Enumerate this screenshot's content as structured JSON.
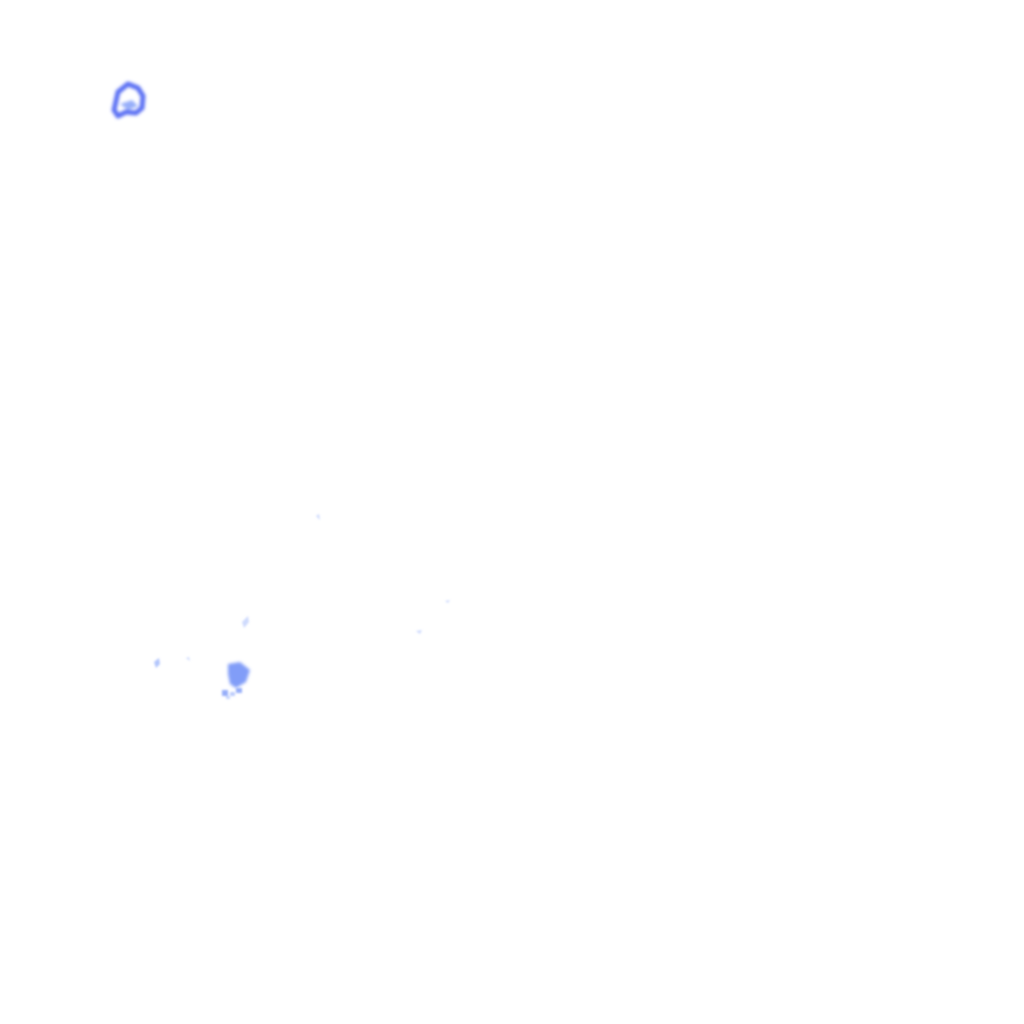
{
  "background_color": "#ffffff",
  "palette": {
    "primary_blue": "#4a63f2",
    "mid_blue": "#6b8cf7",
    "light_blue": "#9fb7fb",
    "pale_blue": "#c9d6fd"
  },
  "marks": [
    {
      "name": "top-left-blob-icon",
      "color": "primary_blue"
    },
    {
      "name": "bottom-cluster-main-blob",
      "color": "mid_blue"
    },
    {
      "name": "bottom-cluster-speckles",
      "color": "light_blue"
    },
    {
      "name": "scattered-specks",
      "color": "pale_blue"
    }
  ]
}
